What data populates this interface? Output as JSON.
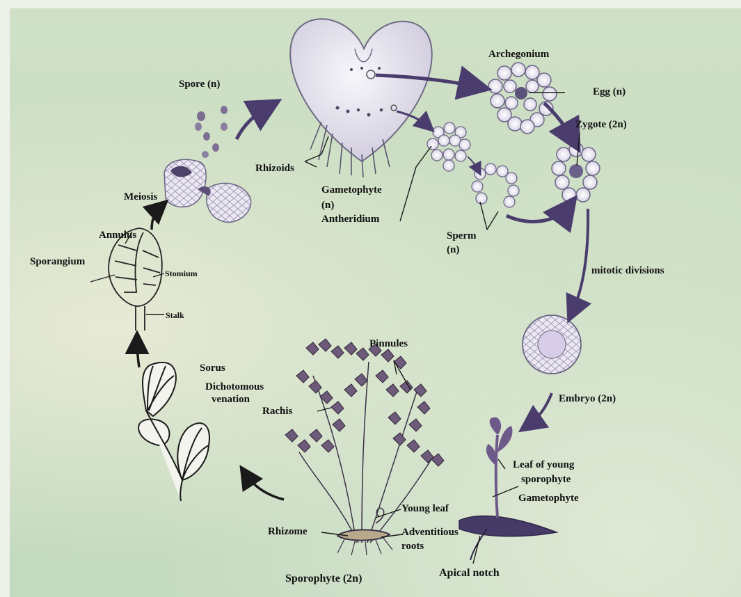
{
  "labels": {
    "spore": "Spore (n)",
    "meiosis": "Meiosis",
    "annulus": "Annulus",
    "sporangium": "Sporangium",
    "stomium": "Stomium",
    "stalk": "Stalk",
    "sorus": "Sorus",
    "dichotomous_1": "Dichotomous",
    "dichotomous_2": "venation",
    "rhizoids": "Rhizoids",
    "gametophyte_1": "Gametophyte",
    "gametophyte_2": "(n)",
    "antheridium": "Antheridium",
    "archegonium": "Archegonium",
    "egg": "Egg (n)",
    "zygote": "Zygote (2n)",
    "sperm_1": "Sperm",
    "sperm_2": "(n)",
    "mitotic": "mitotic divisions",
    "embryo": "Embryo (2n)",
    "leaf_young_1": "Leaf of young",
    "leaf_young_2": "sporophyte",
    "gametophyte_young": "Gametophyte",
    "apical_notch": "Apical notch",
    "pinnules": "Pinnules",
    "rachis": "Rachis",
    "young_leaf": "Young leaf",
    "rhizome": "Rhizome",
    "adventitious_1": "Adventitious",
    "adventitious_2": "roots",
    "sporophyte": "Sporophyte (2n)"
  },
  "colors": {
    "label": "#111111",
    "arrow": "#4a3d6e",
    "prothallus": "#ecebf2",
    "cell_fill": "#e9e6f1",
    "cell_stroke": "#7a7592",
    "pinnule": "#6e5a7a",
    "leaf_stroke": "#222222"
  }
}
